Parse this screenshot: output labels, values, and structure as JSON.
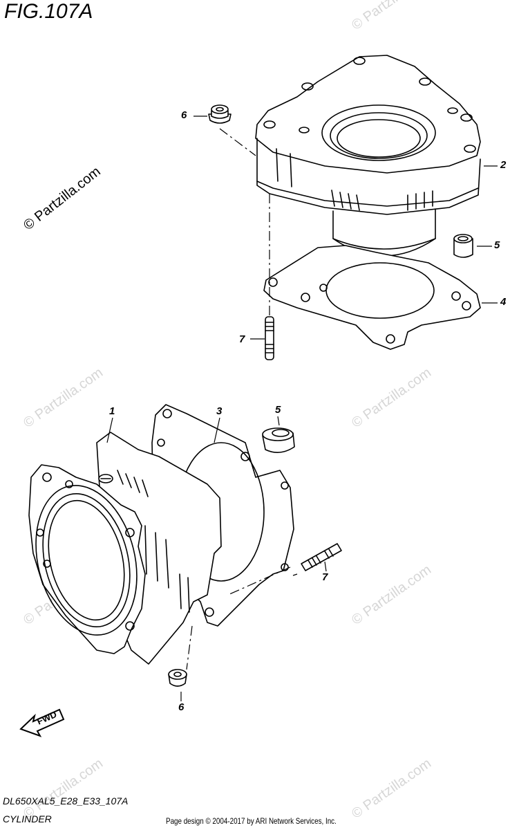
{
  "figure": {
    "title": "FIG.107A",
    "model_code": "DL650XAL5_E28_E33_107A",
    "caption": "CYLINDER"
  },
  "credit": "Page design © 2004-2017 by ARI Network Services, Inc.",
  "watermark": {
    "primary": "© Partzilla.com",
    "faint": "© Partzilla.com"
  },
  "direction_arrow": {
    "label": "FWD"
  },
  "callouts": {
    "top_nut": "6",
    "top_cylinder": "2",
    "top_dowel": "5",
    "top_gasket": "4",
    "top_stud": "7",
    "bottom_cylinder": "1",
    "bottom_gasket": "3",
    "bottom_dowel": "5",
    "bottom_stud": "7",
    "bottom_nut": "6"
  }
}
